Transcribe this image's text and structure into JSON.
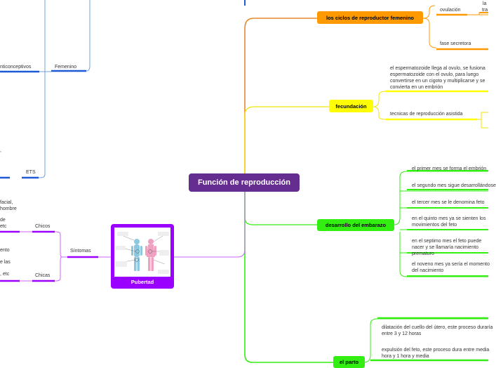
{
  "central": {
    "label": "Función de reproducción"
  },
  "left": {
    "anticonceptivos": "nticonceptivos",
    "femenino": "Femenino",
    "ets": "ETS",
    "chicos": "Chicos",
    "chicas": "Chicas",
    "sintomas": "Síntomas",
    "pubertad": "Pubertad",
    "frag_facial": "facial,",
    "frag_hombre": "hombre",
    "frag_de": "de",
    "frag_etc": "etc",
    "frag_ento": "ento",
    "frag_e_las": "e las",
    "frag_etc2": ", etc",
    "frag_comma": ","
  },
  "right": {
    "ciclos": {
      "label": "los ciclos de reproductor femenino",
      "ovulacion": "ovulación",
      "fase": "fase secretora",
      "frag1": "la",
      "frag2": "tra"
    },
    "fecundacion": {
      "label": "fecundación",
      "text1": "el espermatozoide llega al ovulo, se fusiona espermatozoide con el ovulo, para luego convertirse en un cigoto y multiplicarse y se convierta en un embrión",
      "text2": "tecnicas de reproducción asistida"
    },
    "embarazo": {
      "label": "desarrollo del embarazo",
      "items": [
        "el primer mes se forma el embrión",
        "el segundo mes sigue desarrollándose",
        "el tercer mes se le denomina feto",
        "en el quinto mes ya se sienten los movimientos del feto",
        "en el septimo mes el feto puede nacer y se llamaría nacimiento prematuro",
        "el noveno  mes ya sería el momento del nacimiento"
      ]
    },
    "parto": {
      "label": "el parto",
      "items": [
        "dilatación del cuello del útero, este proceso duraría entre 3 y 12 horas",
        "expulsión del feto, este proceso dura entre media hora y 1 hora y media"
      ]
    }
  },
  "colors": {
    "central": "#662d91",
    "orange": "#ff9900",
    "yellow": "#ffff00",
    "green": "#33ee11",
    "blue": "#1e5ad6",
    "purple": "#9900ff"
  }
}
